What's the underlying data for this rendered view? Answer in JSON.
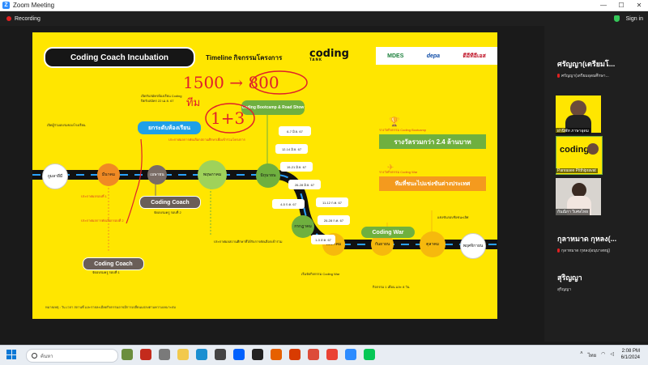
{
  "window": {
    "title": "Zoom Meeting",
    "recording_label": "Recording",
    "sign_in": "Sign in"
  },
  "slide": {
    "title": "Coding Coach Incubation",
    "timeline_label": "Timeline กิจกรรมโครงการ",
    "brand": "coding",
    "brand_sub": "TANK",
    "partner_logos": [
      "MDES",
      "depa",
      "ดีอีทีอีเอส"
    ],
    "stations": {
      "start": "ถูมลายีมี",
      "s1": "มีนาคม",
      "s2": "เมษายน",
      "s3": "พฤษภาคม",
      "s4": "มิถุนายน",
      "s5": "กรกฎาคม",
      "s6": "สิงหาคม",
      "s7": "กันยายน",
      "s8": "ตุลาคม",
      "end": "พฤศจิกายน"
    },
    "pills": {
      "coding_coach_1": "Coding Coach",
      "coding_coach_2": "Coding Coach",
      "classroom": "ยกระดับห้องเรียน",
      "bootcamp": "Coding Bootcamp & Road Show",
      "coding_war": "Coding War"
    },
    "awards": {
      "bootcamp_caption": "รางวัลกิจกรรม Coding Bootcamp",
      "bootcamp_prize": "รางวัลรวมกว่า 2.4 ล้านบาท",
      "war_caption": "รางวัลกิจกรรม Coding War",
      "war_prize": "ทีมที่ชนะไปแข่งขันต่างประเทศ"
    },
    "notes": {
      "n1": "เปิดรับสมัครห้องเรียน Coding",
      "n2": "ปิดรับสมัคร 22 เม.ย. 67",
      "n3": "เปิดผู้ร่วมอบรมของโรงเรียน",
      "n4": "ประกาศผลรอบที่ 1",
      "n5": "ประกาศผลการคัดเลือกสถานศึกษาเพื่อเข้าร่วมโครงการ",
      "n6": "ประกาศผลการคัดเลือกรอบที่ 2",
      "n7": "จัดอบรมครู รอบที่ 2",
      "n8": "จัดอบรมครู รอบที่ 1",
      "n9": "ประกาศผลสถานศึกษาที่ได้รับการคัดเลือกเข้าร่วม",
      "n10": "เริ่มจัดกิจกรรม Coding War",
      "n11": "กิจกรรม 1 เดือน และ 8 วัน",
      "n12": "แข่งขันรอบชิงชนะเลิศ"
    },
    "dates": [
      "6-7 มิ.ย. 67",
      "12-14 มิ.ย. 67",
      "19-21 มิ.ย. 67",
      "26-28 มิ.ย. 67",
      "4-5 ก.ค. 67",
      "11-12 ก.ค. 67",
      "26-28 ก.ค. 67",
      "1-3 ส.ค. 67"
    ],
    "footer": "หมายเหตุ : วัน เวลา สถานที่ และรายละเอียดกิจกรรมอาจมีการเปลี่ยนแปลงตามความเหมาะสม"
  },
  "handwriting": {
    "line1": "1500 → 800",
    "line2": "ทีม",
    "line3": "1+3"
  },
  "participants": [
    {
      "name": "ศรัญญา(เตรียมโ...",
      "sub": "ศรัญญา(เตรียมอุดมศึกษา...",
      "video_label": "ผ่านิพัท ภาษาอุดม"
    },
    {
      "name": "",
      "sub": "",
      "video_label": "Panrasee Pitthipravat"
    },
    {
      "name": "",
      "sub": "",
      "video_label": "กันณิกา วิเศษไทย"
    },
    {
      "name": "กุลาหมาด กุหลง(...",
      "sub": "กุลาหมาด กุหลง(อนุบาลหมู่)",
      "video_label": ""
    },
    {
      "name": "สุริญญา",
      "sub": "สุริญญา",
      "video_label": ""
    }
  ],
  "taskbar": {
    "search_placeholder": "ค้นหา",
    "lang": "ไทย",
    "time": "2:08 PM",
    "date": "6/1/2024"
  },
  "colors": {
    "slide_bg": "#ffe600",
    "accent_green": "#6fb03f",
    "accent_orange": "#f49a1e",
    "accent_blue": "#1fa0e8",
    "ink_red": "#e0202a"
  }
}
